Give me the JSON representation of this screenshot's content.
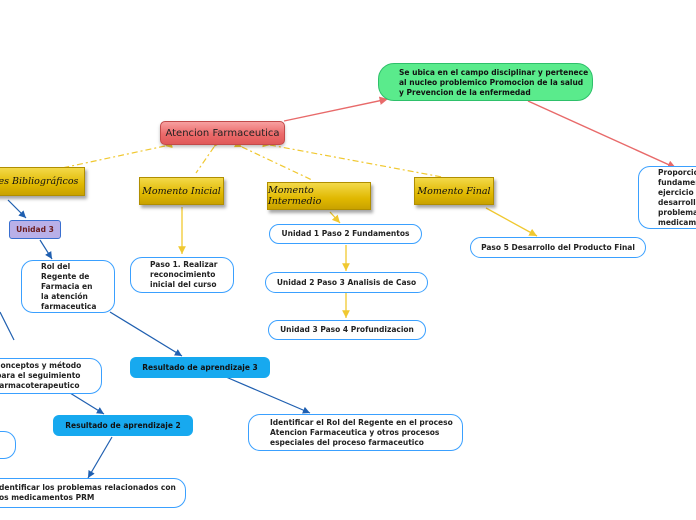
{
  "nodes": {
    "center": "Atencion Farmaceutica",
    "top_right": "Se ubica en el campo disciplinar y pertenece\nal nucleo problemico Promocion de la salud\ny Prevencion de la enfermedad",
    "far_right": "Proporcio\nfundamen\nejercicio c\ndesarrolla\nproblemas\nmedicame",
    "fuentes": "ntes Bibliográficos",
    "momento_inicial": "Momento Inicial",
    "momento_intermedio": "Momento Intermedio",
    "momento_final": "Momento Final",
    "unidad3": "Unidad 3",
    "rol_regente": "Rol del\nRegente de\nFarmacia en\nla atención\nfarmaceutica",
    "paso1": "Paso 1. Realizar\nreconocimiento\ninicial del curso",
    "unidad1_paso2": "Unidad 1 Paso 2 Fundamentos",
    "unidad2_paso3": "Unidad 2 Paso 3 Analisis de Caso",
    "unidad3_paso4": "Unidad 3 Paso 4 Profundizacion",
    "paso5": "Paso 5 Desarrollo del Producto Final",
    "resultado3": "Resultado de aprendizaje 3",
    "resultado2": "Resultado de aprendizaje 2",
    "conceptos": "conceptos y método\npara el seguimiento\nfarmacoterapeutico",
    "identificar_rol": "Identificar el Rol del Regente en el proceso\nAtencion Farmaceutica  y otros procesos\nespeciales del proceso farmaceutico",
    "identificar_prm": "dentificar los problemas relacionados con\nos medicamentos PRM"
  },
  "colors": {
    "center": "#ec6a6a",
    "green": "#5aeb8c",
    "gold": "#e0b800",
    "blue": "#17a9ef",
    "lavender": "#b9b0e8",
    "link_red": "#e86a6a",
    "link_gold": "#f0c830",
    "link_blue": "#1f5fb0"
  }
}
